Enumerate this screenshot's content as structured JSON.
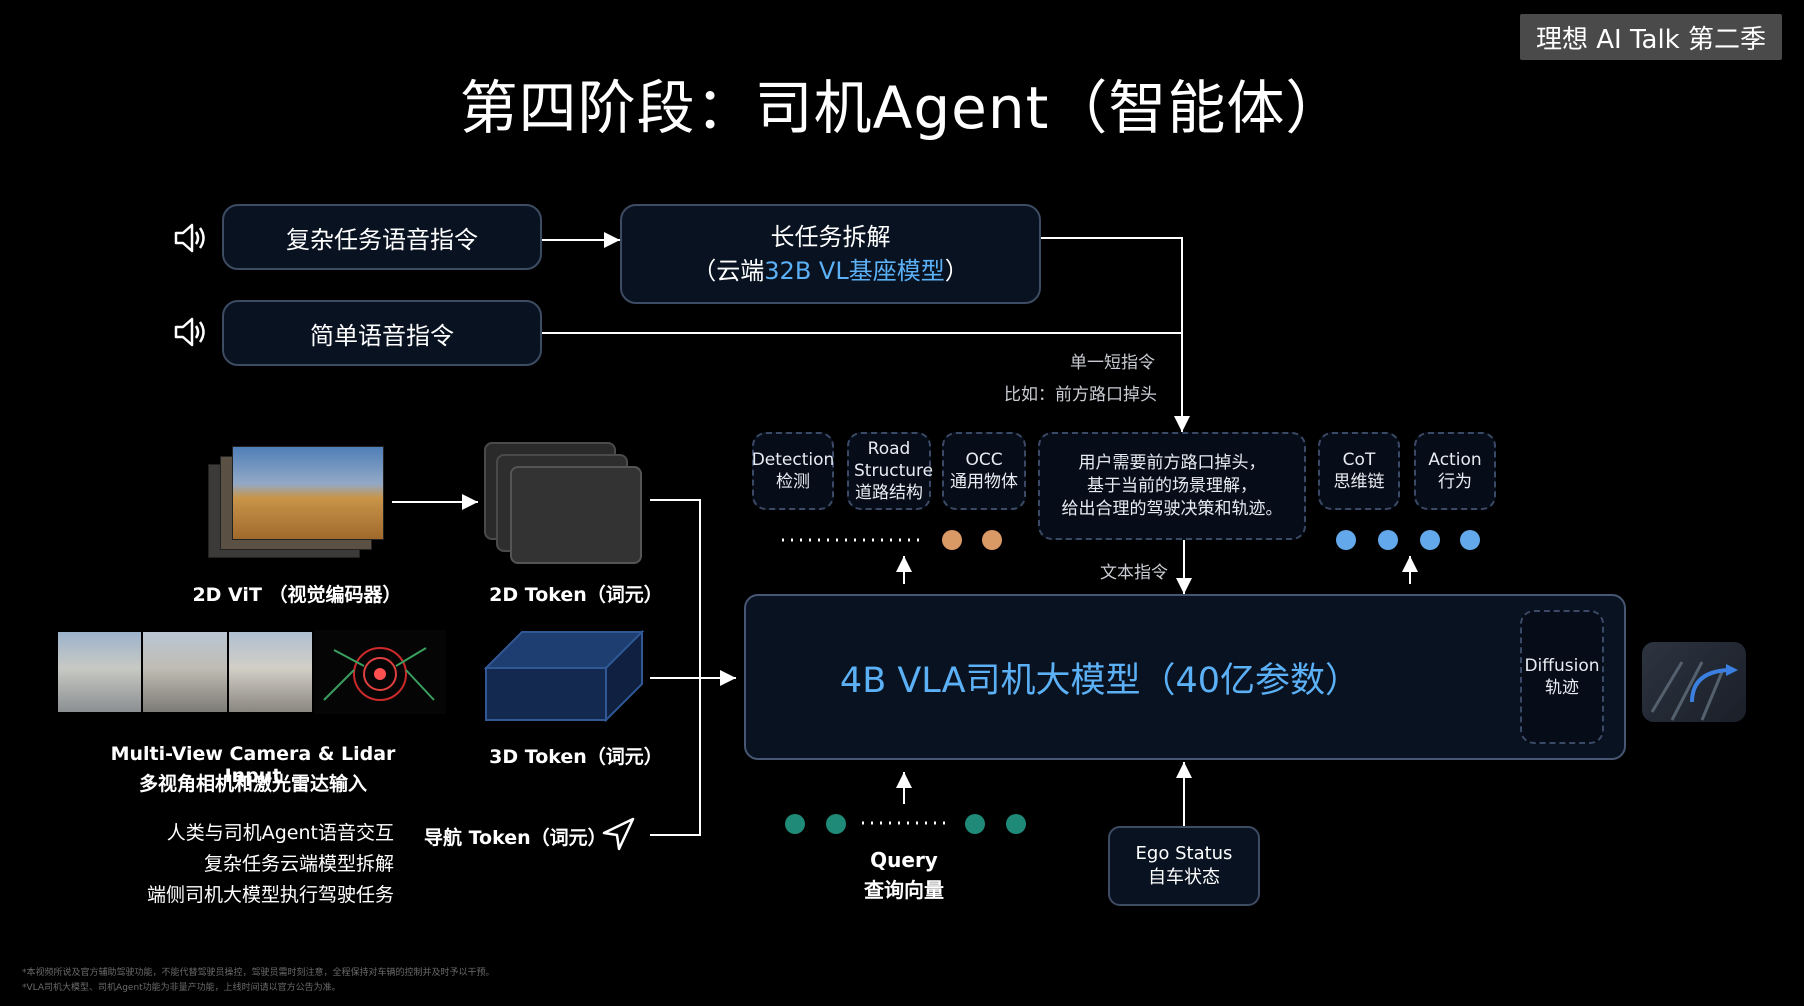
{
  "badge": "理想 AI Talk 第二季",
  "title": "第四阶段：司机Agent（智能体）",
  "voice": {
    "complex_cmd": "复杂任务语音指令",
    "simple_cmd": "简单语音指令"
  },
  "long_task": {
    "line1": "长任务拆解",
    "line2_prefix": "（云端",
    "line2_highlight": "32B VL基座模型",
    "line2_suffix": "）"
  },
  "short_cmd": {
    "line1": "单一短指令",
    "line2": "比如：前方路口掉头"
  },
  "vit_label": "2D ViT （视觉编码器）",
  "token_2d_label": "2D Token（词元）",
  "camera_label_en": "Multi-View Camera & Lidar Input",
  "camera_label_cn": "多视角相机和激光雷达输入",
  "token_3d_label": "3D Token（词元）",
  "nav_token_label": "导航 Token（词元）",
  "summary": [
    "人类与司机Agent语音交互",
    "复杂任务云端模型拆解",
    "端侧司机大模型执行驾驶任务"
  ],
  "outputs": [
    {
      "en": "Detection",
      "cn": "检测"
    },
    {
      "en": "Road Structure",
      "cn": "道路结构"
    },
    {
      "en": "OCC",
      "cn": "通用物体"
    }
  ],
  "user_need": [
    "用户需要前方路口掉头，",
    "基于当前的场景理解，",
    "给出合理的驾驶决策和轨迹。"
  ],
  "cot": {
    "en": "CoT",
    "cn": "思维链"
  },
  "action": {
    "en": "Action",
    "cn": "行为"
  },
  "text_cmd": "文本指令",
  "vla": {
    "highlight": "4B VLA司机大模型",
    "suffix": "（40亿参数）"
  },
  "diffusion": {
    "en": "Diffusion",
    "cn": "轨迹"
  },
  "query": {
    "en": "Query",
    "cn": "查询向量"
  },
  "ego": {
    "en": "Ego Status",
    "cn": "自车状态"
  },
  "footnotes": [
    "*本视频所说及官方辅助驾驶功能，不能代替驾驶员操控，驾驶员需时刻注意，全程保持对车辆的控制并及时予以干预。",
    "*VLA司机大模型、司机Agent功能为非量产功能，上线时间请以官方公告为准。"
  ],
  "colors": {
    "accent_blue": "#5cb0f5",
    "box_border": "#3d4b63",
    "dot_orange": "#d99a66",
    "dot_blue": "#62a8ea",
    "dot_teal": "#1f8a78"
  },
  "icons": [
    "speaker-icon",
    "navigation-arrow-icon"
  ]
}
